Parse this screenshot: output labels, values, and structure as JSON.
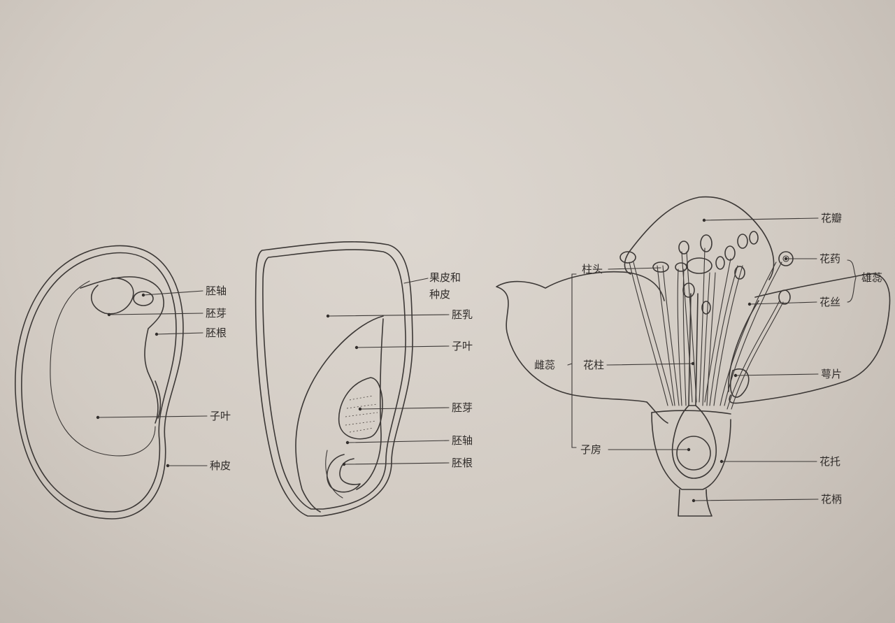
{
  "bean_seed": {
    "labels": {
      "hypocotyl": "胚轴",
      "plumule": "胚芽",
      "radicle": "胚根",
      "cotyledon": "子叶",
      "seed_coat": "种皮"
    }
  },
  "corn_seed": {
    "labels": {
      "pericarp_line1": "果皮和",
      "pericarp_line2": "种皮",
      "endosperm": "胚乳",
      "cotyledon": "子叶",
      "plumule": "胚芽",
      "hypocotyl": "胚轴",
      "radicle": "胚根"
    }
  },
  "flower": {
    "labels": {
      "petal": "花瓣",
      "stigma": "柱头",
      "anther": "花药",
      "stamen_group": "雄蕊",
      "filament": "花丝",
      "pistil_group": "雌蕊",
      "style": "花柱",
      "sepal": "萼片",
      "ovary": "子房",
      "receptacle": "花托",
      "pedicel": "花柄"
    }
  }
}
